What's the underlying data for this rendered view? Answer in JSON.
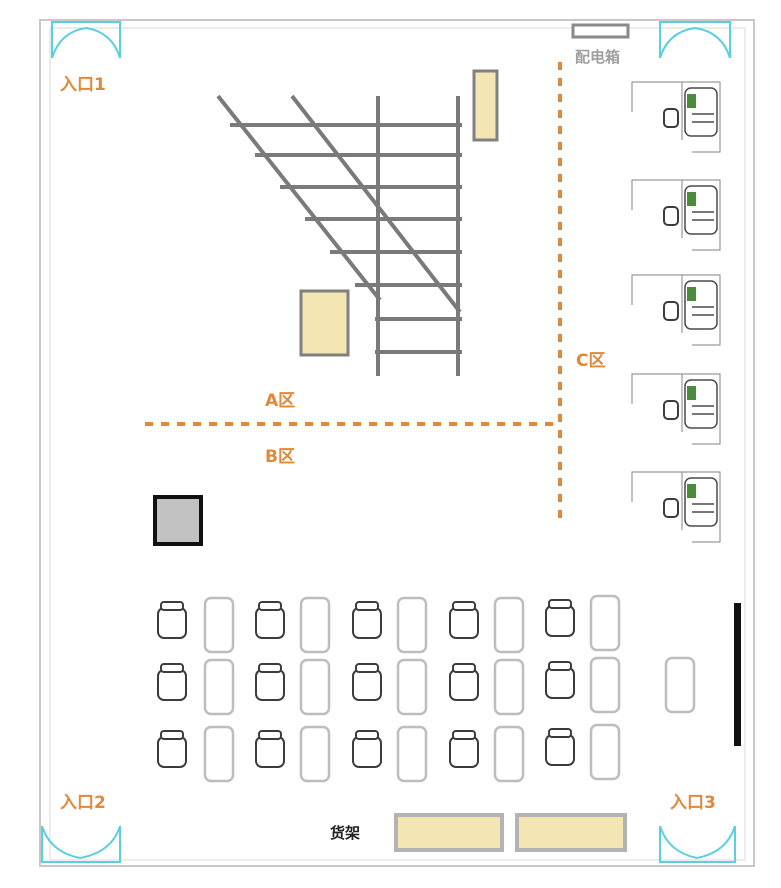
{
  "labels": {
    "entrance_1": "入口1",
    "entrance_2": "入口2",
    "entrance_3": "入口3",
    "power_box": "配电箱",
    "zone_a": "A区",
    "zone_b": "B区",
    "zone_c": "C区",
    "shelf": "货架"
  },
  "colors": {
    "zone_label": "#e0893a",
    "zone_divider": "#e0893a",
    "door": "#5ad0dc",
    "shelf_fill": "#f3e6b3",
    "wall": "#c8c8c8",
    "stair": "#7a7a7a",
    "pillar": "#c0c0c0"
  },
  "layout_counts": {
    "workstation_rows": 3,
    "workstations_per_row": 5,
    "c_zone_cubicles": 5,
    "shelves": 2
  }
}
